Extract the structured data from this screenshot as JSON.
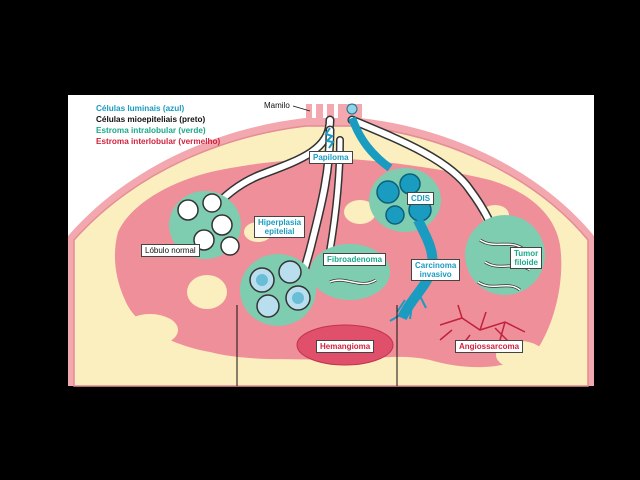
{
  "legend": {
    "luminal": "Células luminais (azul)",
    "myoepithelial": "Células mioepiteliais (preto)",
    "intralobular": "Estroma intralobular (verde)",
    "interlobular": "Estroma interlobular (vermelho)"
  },
  "labels": {
    "nipple": "Mamilo",
    "papilloma": "Papiloma",
    "normal_lobule": "Lóbulo normal",
    "hyperplasia_1": "Hiperplasia",
    "hyperplasia_2": "epitelial",
    "fibroadenoma": "Fibroadenoma",
    "dcis": "CDIS",
    "carcinoma_1": "Carcinoma",
    "carcinoma_2": "invasivo",
    "phyllodes_1": "Tumor",
    "phyllodes_2": "filoide",
    "hemangioma": "Hemangioma",
    "angiosarcoma": "Angiossarcoma"
  },
  "colors": {
    "luminal": "#1a9bc0",
    "myoepithelial": "#111111",
    "intralobular": "#1aa98a",
    "interlobular": "#d0213c",
    "fat": "#fbefc0",
    "stroma_pink": "#ef8f9a"
  }
}
